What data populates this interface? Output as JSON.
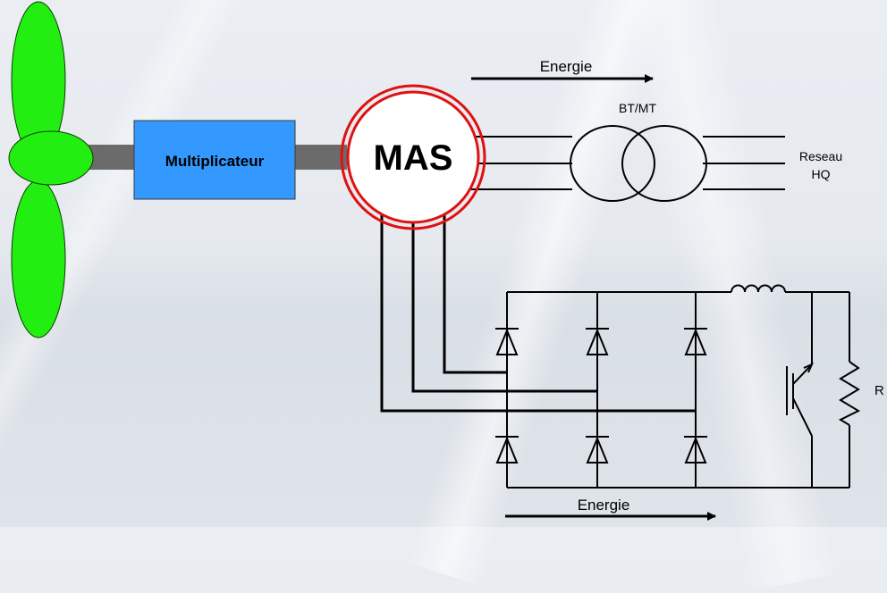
{
  "labels": {
    "gearbox": "Multiplicateur",
    "machine": "MAS",
    "transformer": "BT/MT",
    "grid_line1": "Reseau",
    "grid_line2": "HQ",
    "energy_top": "Energie",
    "energy_bottom": "Energie",
    "resistor": "R"
  },
  "colors": {
    "blade_fill": "#22ee11",
    "blade_stroke": "#0a3d00",
    "gearbox_fill": "#3399ff",
    "shaft_fill": "#6b6b6b",
    "machine_ring": "#e01010",
    "wire": "#000000"
  }
}
